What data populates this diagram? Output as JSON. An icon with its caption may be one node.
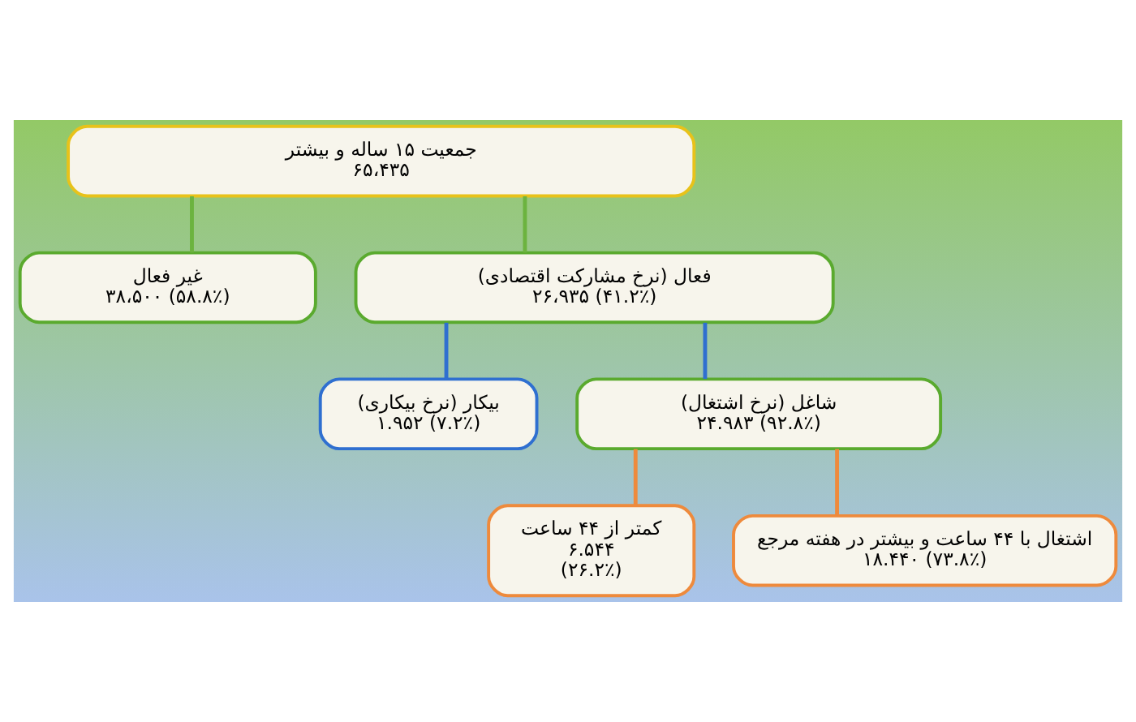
{
  "diagram": {
    "nodes": [
      {
        "text": [
          "جمعیت ۱۵ ساله و بیشتر",
          "۶۵،۴۳۵"
        ]
      },
      {
        "text": [
          "فعال (نرخ مشارکت اقتصادی)",
          "۲۶،۹۳۵ (۴۱.۲٪)"
        ]
      },
      {
        "text": [
          "غیر فعال",
          "۳۸،۵۰۰ (۵۸.۸٪)"
        ]
      },
      {
        "text": [
          "شاغل (نرخ اشتغال)",
          "۲۴.۹۸۳ (۹۲.۸٪)"
        ]
      },
      {
        "text": [
          "بیکار (نرخ بیکاری)",
          "۱.۹۵۲ (۷.۲٪)"
        ]
      },
      {
        "text": [
          "اشتغال با ۴۴ ساعت و بیشتر در هفته مرجع",
          "۱۸.۴۴۰ (۷۳.۸٪)"
        ]
      },
      {
        "text": [
          "کمتر از ۴۴ ساعت",
          "۶.۵۴۴",
          "(۲۶.۲٪)"
        ]
      }
    ],
    "edges": [
      {
        "from": 0,
        "to": 1,
        "arrow": "none",
        "color": "#6cb33f"
      },
      {
        "from": 0,
        "to": 2,
        "arrow": "none",
        "color": "#6cb33f"
      },
      {
        "from": 1,
        "to": 3,
        "arrow": "none",
        "color": "#2f6fd0"
      },
      {
        "from": 1,
        "to": 4,
        "arrow": "none",
        "color": "#2f6fd0"
      },
      {
        "from": 3,
        "to": 5,
        "arrow": "none",
        "color": "#ee8a3c"
      },
      {
        "from": 3,
        "to": 6,
        "arrow": "none",
        "color": "#ee8a3c"
      }
    ]
  }
}
